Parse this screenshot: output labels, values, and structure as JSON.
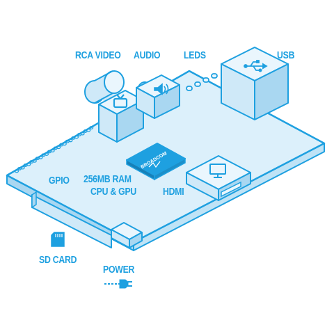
{
  "labels": {
    "rca_video": "RCA VIDEO",
    "audio": "AUDIO",
    "leds": "LEDS",
    "usb": "USB",
    "gpio": "GPIO",
    "ram_line1": "256MB RAM",
    "ram_line2": "CPU & GPU",
    "hdmi": "HDMI",
    "sd_card": "SD CARD",
    "power": "POWER",
    "chip_logo": "BROADCOM"
  },
  "icons": {
    "rca": "tv-icon",
    "audio": "speaker-icon",
    "usb": "usb-icon",
    "hdmi": "monitor-icon",
    "sd": "sd-card-icon",
    "power": "power-plug-icon"
  },
  "colors": {
    "stroke": "#1ea0e0",
    "board": "#dcf0fb",
    "component_light": "#eaf6fd",
    "component_mid": "#cfe9f8",
    "component_dark": "#a9d7f1",
    "label": "#1ea0e0"
  }
}
